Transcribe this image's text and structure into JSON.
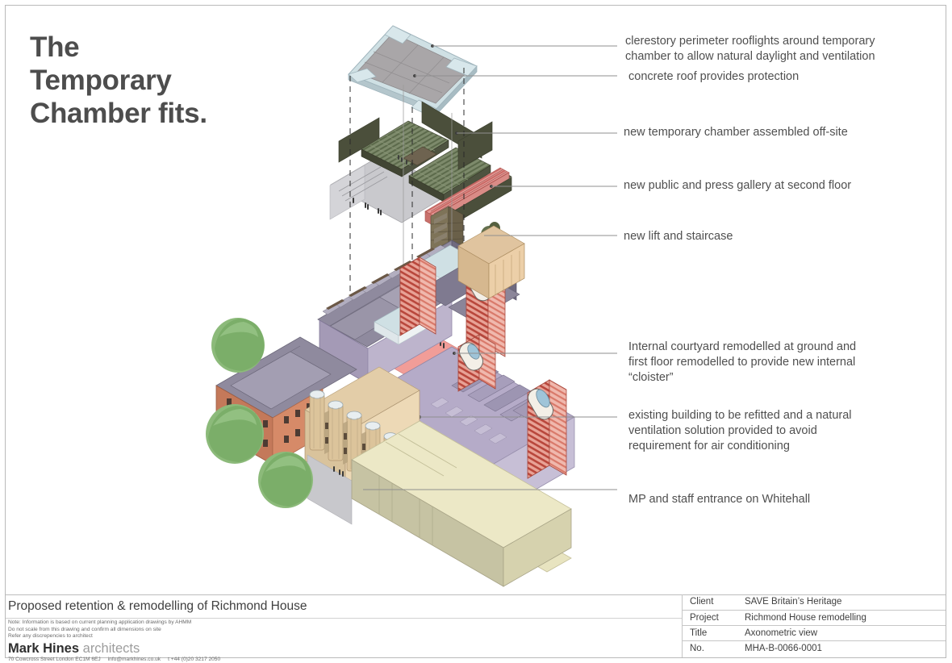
{
  "headline": {
    "line1": "The",
    "line2": "Temporary",
    "line3": "Chamber fits."
  },
  "annotations": [
    {
      "id": "clerestory-rooflights",
      "text": "clerestory perimeter rooflights around temporary\nchamber to allow natural daylight and ventilation"
    },
    {
      "id": "concrete-roof",
      "text": "concrete roof provides protection"
    },
    {
      "id": "temporary-chamber",
      "text": "new temporary chamber assembled off-site"
    },
    {
      "id": "public-press-gallery",
      "text": "new public and press gallery at second floor"
    },
    {
      "id": "lift-staircase",
      "text": "new lift and staircase"
    },
    {
      "id": "internal-courtyard",
      "text": "Internal courtyard remodelled at ground and\nfirst floor remodelled to provide new internal\n“cloister”"
    },
    {
      "id": "existing-building",
      "text": "existing building to be refitted and a natural\nventilation solution provided to avoid\nrequirement for air conditioning"
    },
    {
      "id": "mp-staff-entrance",
      "text": "MP and staff entrance on Whitehall"
    }
  ],
  "titleblock": {
    "project_title": "Proposed retention & remodelling of Richmond House",
    "notes": [
      "Note: Information is based on current planning application drawings by AHMM",
      "Do not scale from this drawing and confirm all dimensions on site",
      "Refer any discrepencies to architect"
    ],
    "practice_name_strong": "Mark Hines",
    "practice_name_light": "architects",
    "address": "70 Cowcross Street London EC1M 6EJ",
    "email": "info@markhines.co.uk",
    "phone": "t +44 (0)20 3217 2050",
    "meta": [
      {
        "key": "Client",
        "value": "SAVE Britain’s Heritage"
      },
      {
        "key": "Project",
        "value": "Richmond House remodelling"
      },
      {
        "key": "Title",
        "value": "Axonometric view"
      },
      {
        "key": "No.",
        "value": "MHA-B-0066-0001"
      }
    ]
  },
  "palette": {
    "text_dark": "#4d4d4d",
    "text_body": "#4f4f4f",
    "border": "#b9b9b9",
    "leader_line": "#8f8f8f",
    "roof_concrete": "#a9a6a8",
    "rooflight_glass": "#cfe0e4",
    "chamber_green": "#6f7a5f",
    "gallery_pink": "#e79a96",
    "building_lilac": "#b3aac4",
    "roof_slate": "#8f8a9e",
    "brick_red": "#c4795a",
    "stone_cream": "#e3cda8",
    "whitehall_block": "#e8e4c0",
    "tree_green": "#7fb070",
    "core_red": "#c4554a",
    "pavement_grey": "#c8c8cc"
  }
}
